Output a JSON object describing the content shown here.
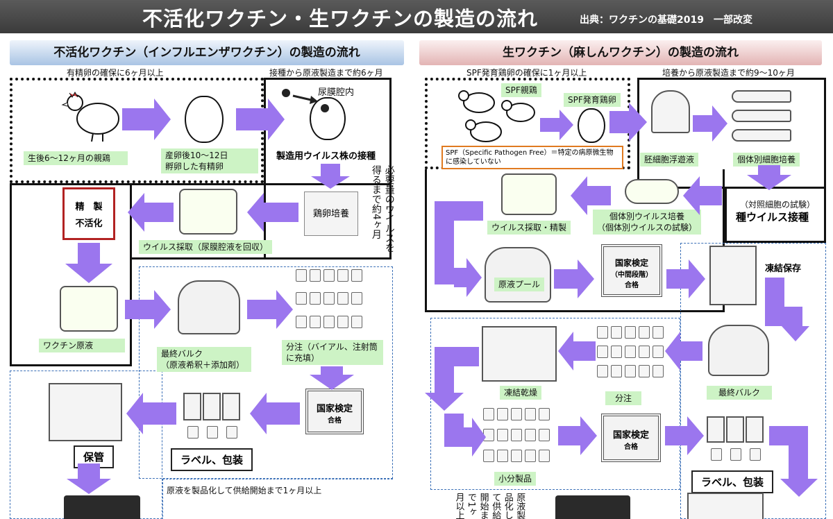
{
  "header": {
    "title": "不活化ワクチン・生ワクチンの製造の流れ",
    "source": "出典：ワクチンの基礎2019　一部改変"
  },
  "left": {
    "title": "不活化ワクチン（インフルエンザワクチン）の製造の流れ",
    "note_egg_secure": "有精卵の確保に6ヶ月以上",
    "note_inoculation": "接種から原液製造まで約6ヶ月",
    "parent_chicken": "生後6～12ヶ月の親鶏",
    "fertile_egg": "産卵後10～12日\n孵卵した有精卵",
    "allantoic": "尿膜腔内",
    "virus_strain_inoc": "製造用ウイルス株の接種",
    "vertical_note": "必要量のウイルスを得るまで約4ヶ月",
    "egg_culture": "鶏卵培養",
    "purify_1": "精　製",
    "purify_2": "不活化",
    "virus_harvest": "ウイルス採取（尿膜腔液を回収）",
    "vaccine_stock": "ワクチン原液",
    "final_bulk_1": "最終バルク",
    "final_bulk_2": "（原液希釈＋添加剤）",
    "filling": "分注（バイアル、注射筒に充填）",
    "national_test": "国家検定",
    "pass": "合格",
    "storage": "保管",
    "label_pack": "ラベル、包装",
    "note_supply": "原液を製品化して供給開始まで1ヶ月以上"
  },
  "right": {
    "title": "生ワクチン（麻しんワクチン）の製造の流れ",
    "note_spf_secure": "SPF発育鶏卵の確保に1ヶ月以上",
    "note_culture": "培養から原液製造まで約9～10ヶ月",
    "spf_parent": "SPF親鶏",
    "spf_egg": "SPF発育鶏卵",
    "spf_def": "SPF（Specific  Pathogen Free）＝特定の病原微生物に感染していない",
    "embryo_cells": "胚細胞浮遊液",
    "indiv_culture": "個体別細胞培養",
    "control_test": "（対照細胞の試験）",
    "seed_inoc": "種ウイルス接種",
    "indiv_virus_1": "個体別ウイルス培養",
    "indiv_virus_2": "（個体別ウイルスの試験）",
    "virus_harvest": "ウイルス採取・精製",
    "stock_pool": "原液プール",
    "national_mid_1": "国家検定",
    "national_mid_2": "（中間段階）",
    "pass": "合格",
    "freeze_store": "凍結保存",
    "freeze_dry": "凍結乾燥",
    "dispense": "分注",
    "final_bulk": "最終バルク",
    "small_products": "小分製品",
    "national_test": "国家検定",
    "label_pack": "ラベル、包装",
    "vertical_note": "原液製品化して供給開始まで1ヶ月以上"
  },
  "colors": {
    "arrow": "#9b76ee",
    "label_bg": "#cdf3c5",
    "purify_border": "#b22222",
    "spf_border": "#e07a20",
    "dash": "#3a6fb7"
  }
}
